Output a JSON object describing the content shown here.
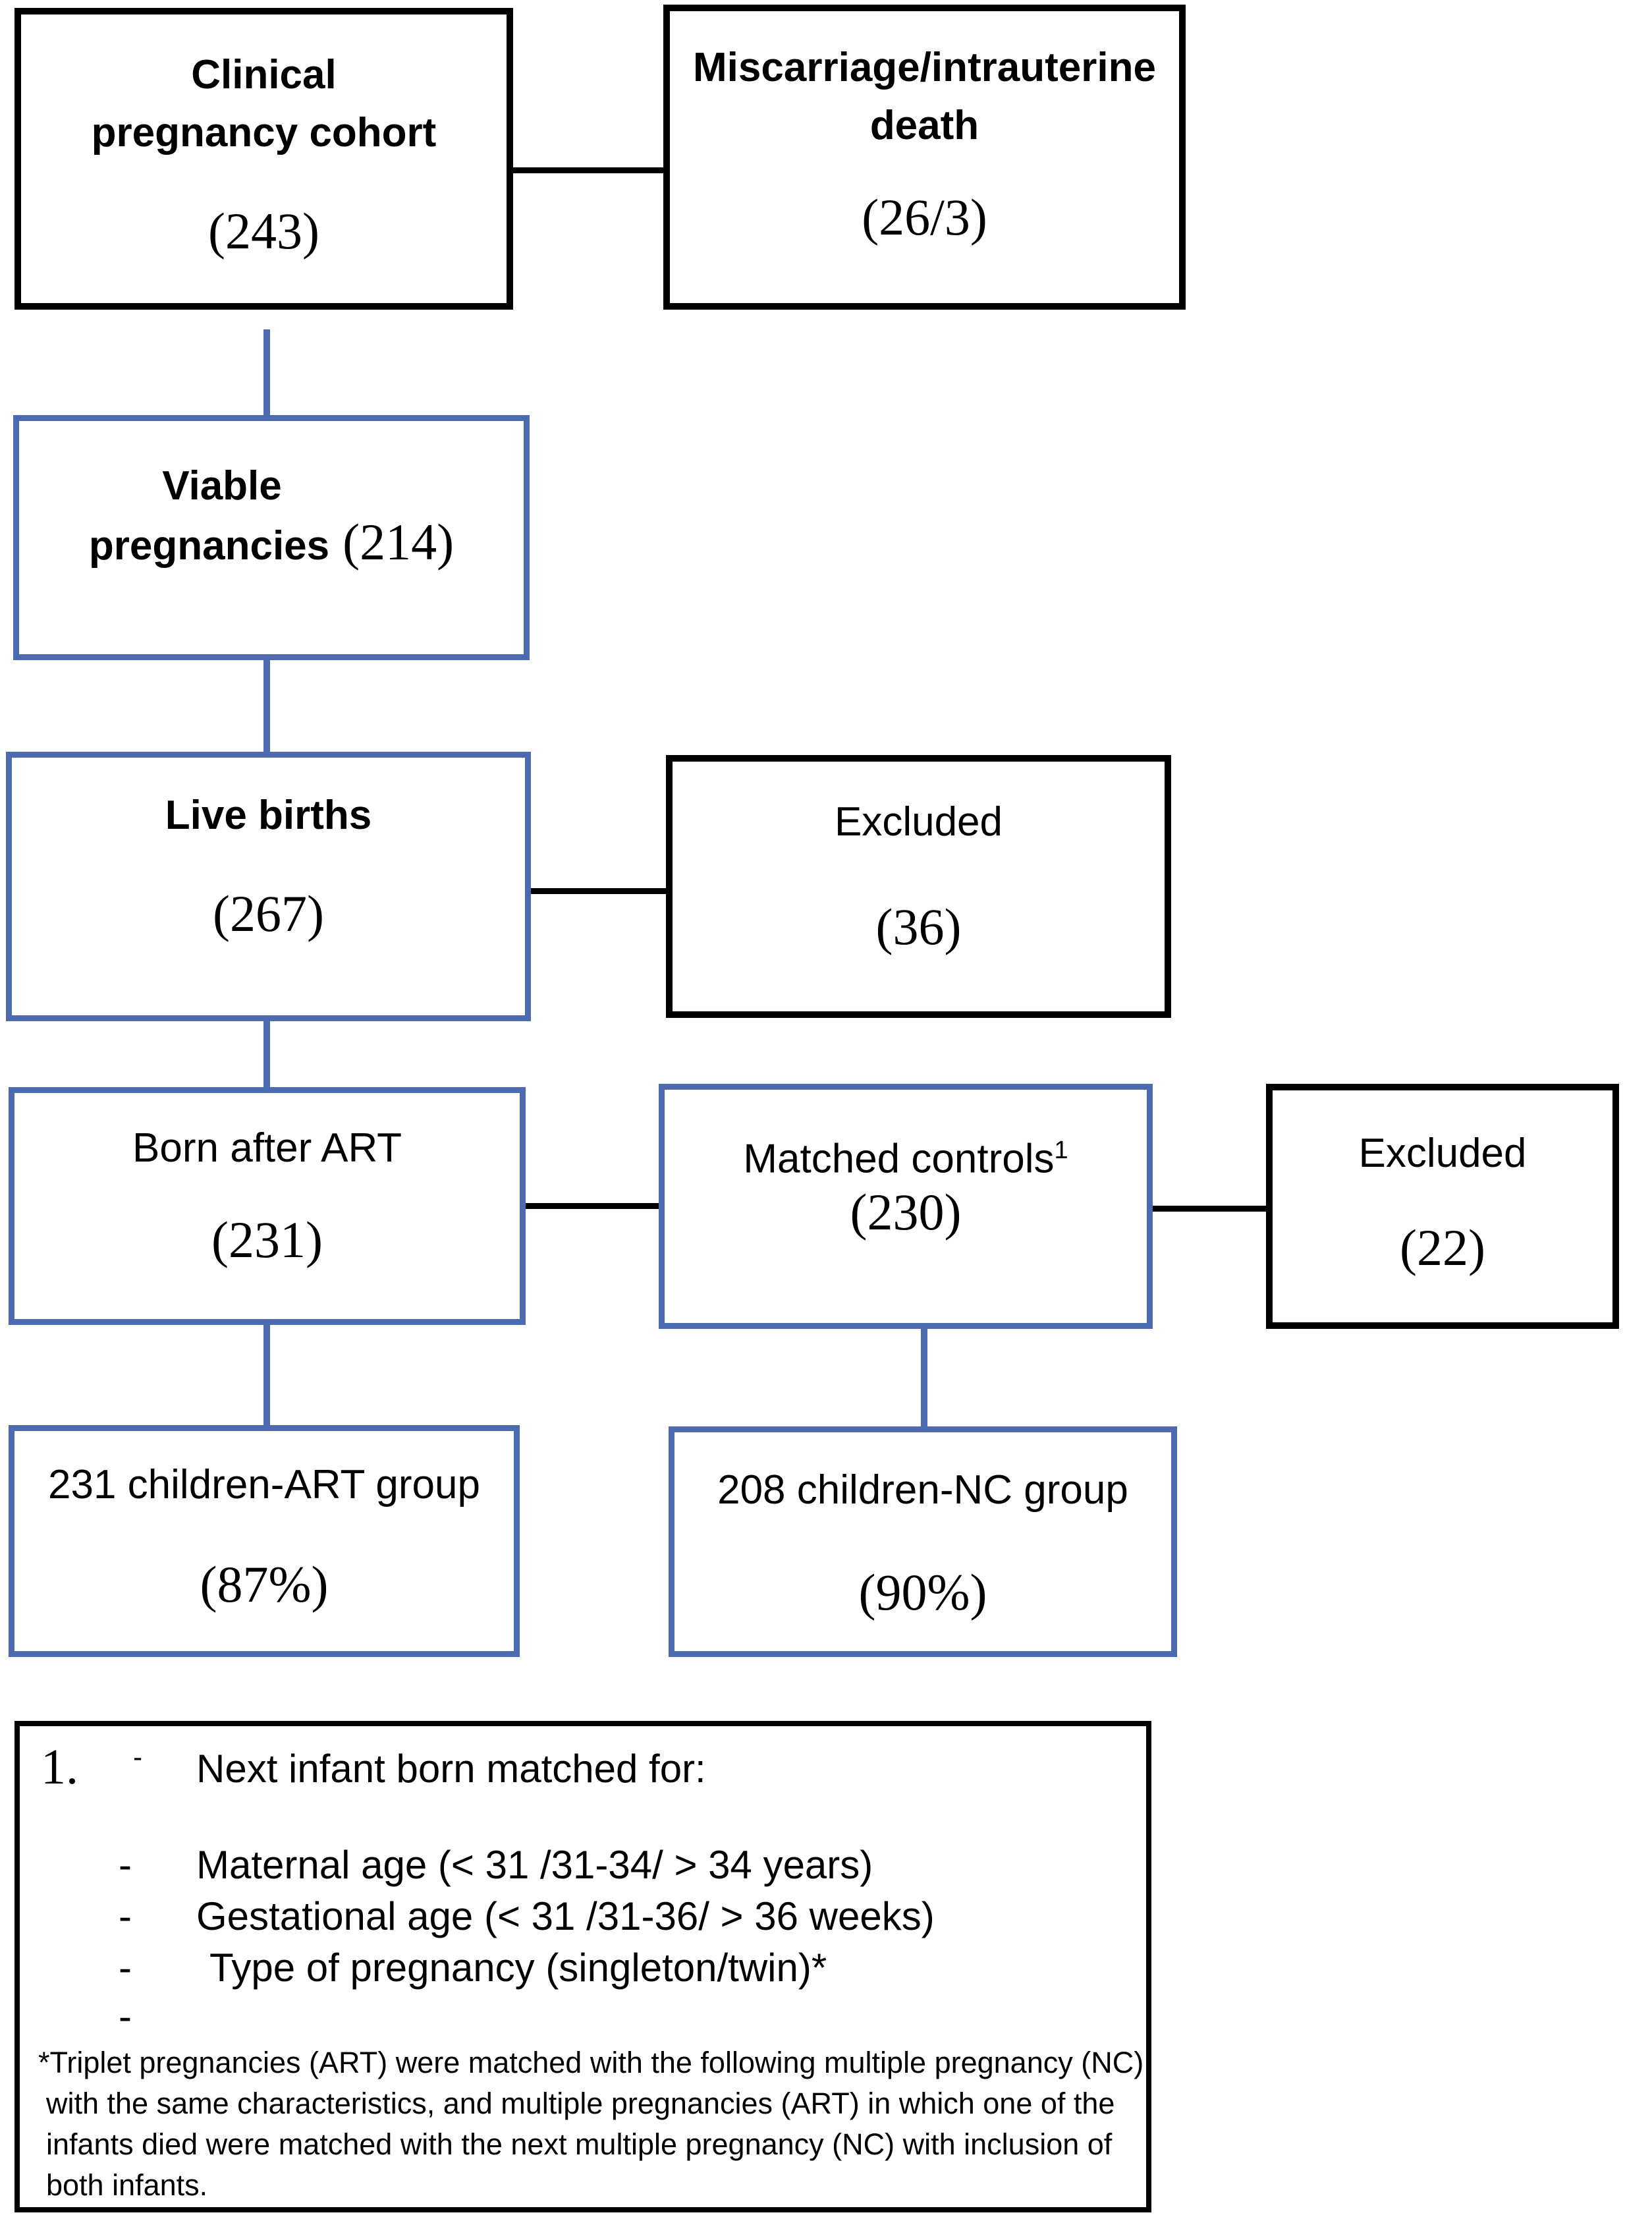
{
  "figure": {
    "type": "study-flow-diagram",
    "colors": {
      "blue_border": "#4c6ab0",
      "black_border": "#000000"
    },
    "boxes": {
      "clinical": {
        "line1": "Clinical",
        "line2": "pregnancy cohort",
        "value": "(243)"
      },
      "miscarriage": {
        "line1": "Miscarriage/intrauterine",
        "line2": "death",
        "value": "(26/3)"
      },
      "viable": {
        "line1": "Viable",
        "line2": "pregnancies",
        "value": "(214)"
      },
      "live_births": {
        "title": "Live births",
        "value": "(267)"
      },
      "excluded_live": {
        "title": "Excluded",
        "value": "(36)"
      },
      "born_art": {
        "title": "Born after ART",
        "value": "(231)"
      },
      "matched_controls": {
        "title": "Matched controls",
        "superscript": "1",
        "value": "(230)"
      },
      "excluded_matched": {
        "title": "Excluded",
        "value": "(22)"
      },
      "art_group": {
        "title": "231 children-ART group",
        "value": "(87%)"
      },
      "nc_group": {
        "title": "208 children-NC group",
        "value": "(90%)"
      }
    },
    "footnote": {
      "marker": "1.",
      "tick": "-",
      "heading": "Next infant born matched for:",
      "bullet_dash": "-",
      "bullets": [
        "Maternal age (< 31 /31-34/ > 34 years)",
        "Gestational age (< 31 /31-36/ > 36 weeks)",
        "Type of pregnancy (singleton/twin)*"
      ],
      "note_lines": [
        "*Triplet pregnancies (ART) were matched with the following multiple pregnancy (NC)",
        "with the same characteristics, and multiple pregnancies (ART) in which one of the",
        "infants died were matched with the next multiple pregnancy (NC) with inclusion of",
        "both infants."
      ]
    }
  }
}
